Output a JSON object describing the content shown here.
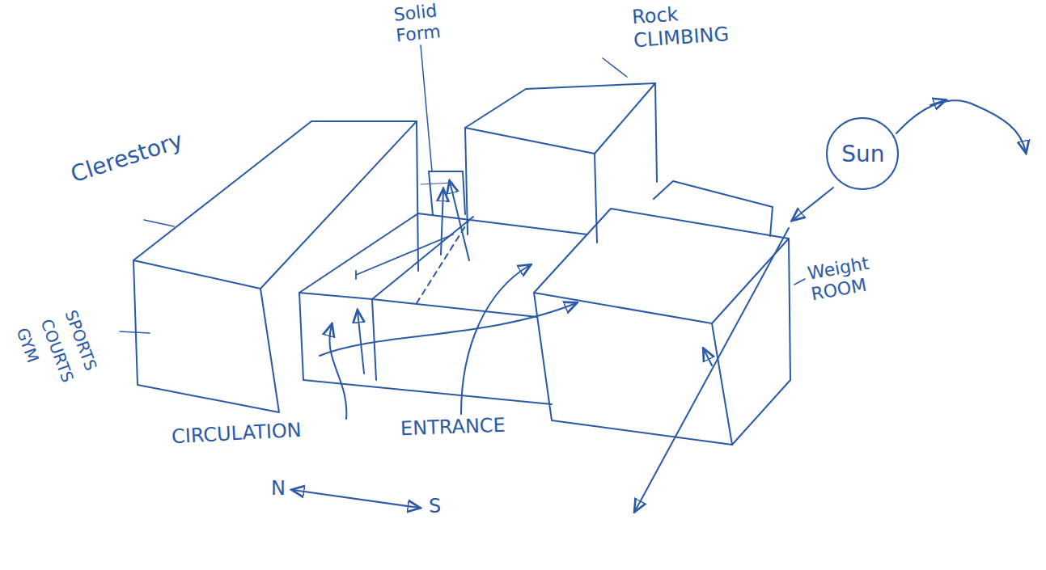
{
  "diagram": {
    "nodes": [
      {
        "text": [
          "Sun"
        ]
      }
    ],
    "labels": [
      "Solid Form",
      "Rock CLIMBING",
      "Clerestory",
      "SPORTS COURTS GYM",
      "CIRCULATION",
      "ENTRANCE",
      "Weight ROOM",
      "N",
      "S"
    ]
  }
}
